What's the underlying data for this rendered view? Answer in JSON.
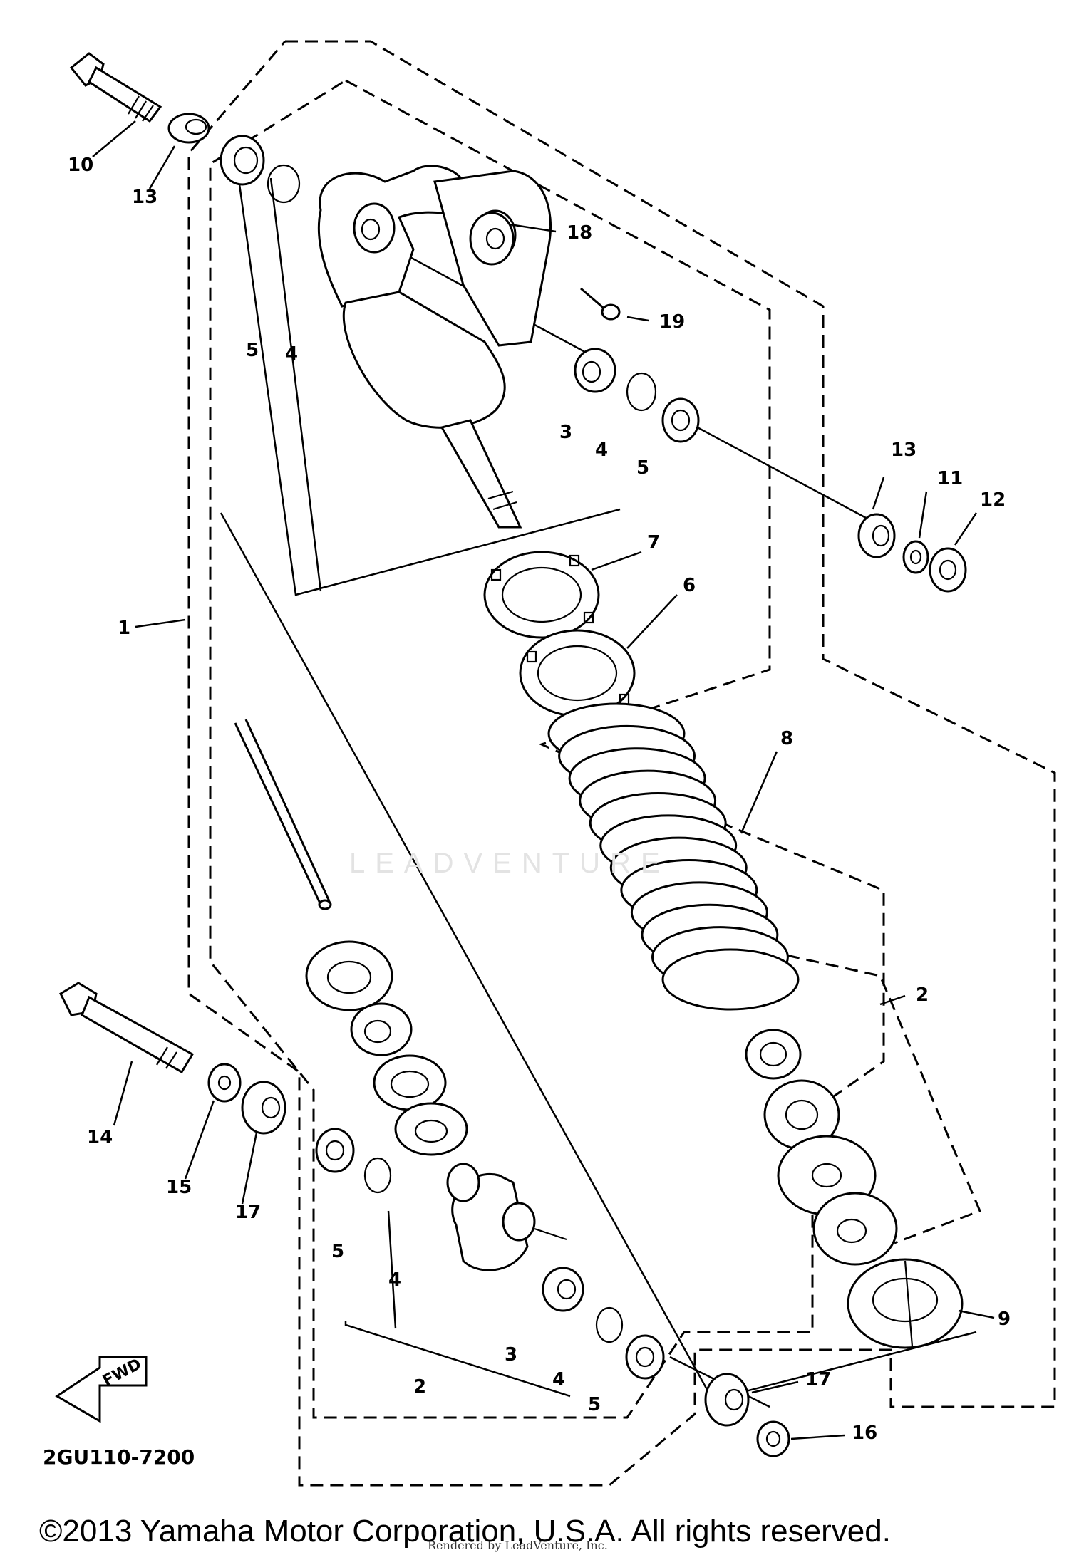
{
  "diagram_code": "2GU110-7200",
  "copyright": "©2013 Yamaha Motor Corporation, U.S.A. All rights reserved.",
  "rendered_by": "Rendered by LeadVenture, Inc.",
  "watermark": "LEADVENTURE",
  "fwd_label": "FWD",
  "callouts": {
    "c1": "1",
    "c2a": "2",
    "c2b": "2",
    "c3a": "3",
    "c3b": "3",
    "c4a": "4",
    "c4b": "4",
    "c4c": "4",
    "c4d": "4",
    "c5a": "5",
    "c5b": "5",
    "c5c": "5",
    "c5d": "5",
    "c6": "6",
    "c7": "7",
    "c8": "8",
    "c9": "9",
    "c10": "10",
    "c11": "11",
    "c12": "12",
    "c13a": "13",
    "c13b": "13",
    "c14": "14",
    "c15": "15",
    "c16": "16",
    "c17a": "17",
    "c17b": "17",
    "c18": "18",
    "c19": "19"
  }
}
